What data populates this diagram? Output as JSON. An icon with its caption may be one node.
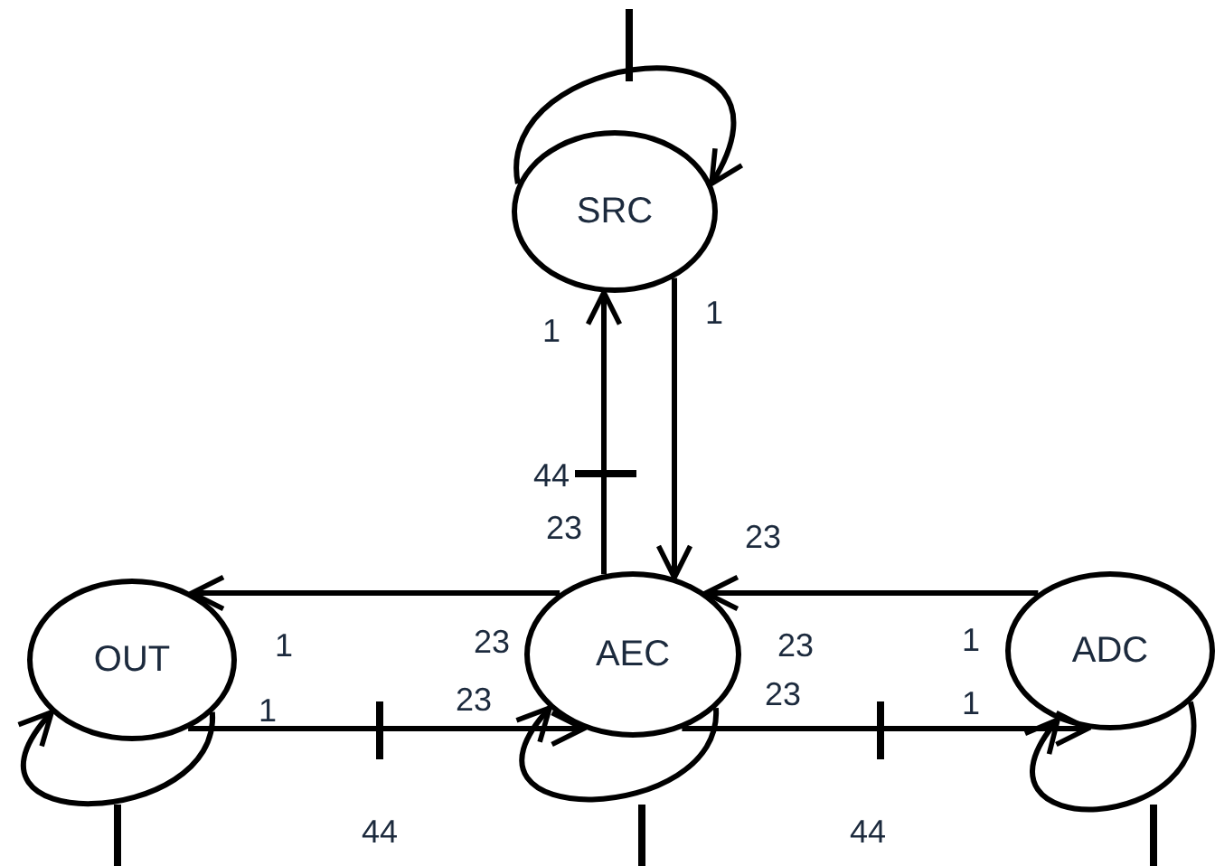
{
  "diagram": {
    "nodes": [
      {
        "text": [
          "SRC"
        ]
      },
      {
        "text": [
          "OUT"
        ]
      },
      {
        "text": [
          "AEC"
        ]
      },
      {
        "text": [
          "ADC"
        ]
      }
    ],
    "edges": [
      {
        "from": 0,
        "to": 0,
        "arrow": "to"
      },
      {
        "from": 2,
        "to": 0,
        "arrow": "to",
        "label": "44"
      },
      {
        "from": 0,
        "to": 2,
        "arrow": "to"
      },
      {
        "from": 2,
        "to": 1,
        "arrow": "to"
      },
      {
        "from": 1,
        "to": 2,
        "arrow": "to",
        "label": "44"
      },
      {
        "from": 3,
        "to": 2,
        "arrow": "to"
      },
      {
        "from": 2,
        "to": 3,
        "arrow": "to",
        "label": "44"
      },
      {
        "from": 1,
        "to": 1,
        "arrow": "to"
      },
      {
        "from": 2,
        "to": 2,
        "arrow": "to"
      },
      {
        "from": 3,
        "to": 3,
        "arrow": "to"
      }
    ],
    "labels": [
      "1",
      "1",
      "23",
      "23",
      "1",
      "23",
      "23",
      "1",
      "1",
      "23",
      "23",
      "1"
    ]
  }
}
